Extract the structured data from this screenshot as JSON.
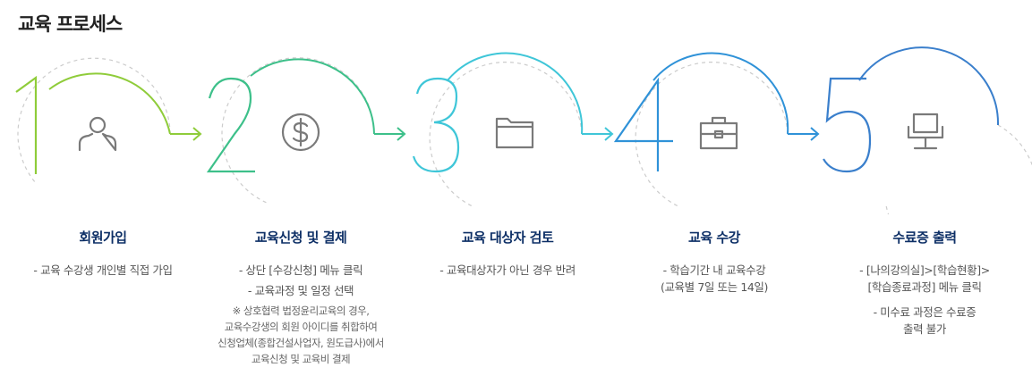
{
  "page_title": "교육 프로세스",
  "colors": {
    "step1": "#8fcc3a",
    "step2": "#3dc08a",
    "step3": "#3fc6d8",
    "step4": "#2f92d8",
    "step5": "#3a7fcc",
    "title_blue": "#0d2f66",
    "dashed_circle": "#cccccc",
    "icon_gray": "#7a7a7a"
  },
  "steps": [
    {
      "number": "1",
      "icon": "user-icon",
      "title": "회원가입",
      "lines": [
        "- 교육 수강생 개인별 직접 가입"
      ]
    },
    {
      "number": "2",
      "icon": "dollar-icon",
      "title": "교육신청 및 결제",
      "lines": [
        "- 상단 [수강신청] 메뉴 클릭",
        "- 교육과정 및 일정 선택"
      ],
      "note": [
        "※ 상호협력 법정윤리교육의 경우,",
        "교육수강생의 회원 아이디를 취합하여",
        "신청업체(종합건설사업자, 원도급사)에서",
        "교육신청 및 교육비 결제"
      ]
    },
    {
      "number": "3",
      "icon": "folder-icon",
      "title": "교육 대상자 검토",
      "lines": [
        "- 교육대상자가 아닌 경우 반려"
      ]
    },
    {
      "number": "4",
      "icon": "briefcase-icon",
      "title": "교육 수강",
      "lines": [
        "- 학습기간 내 교육수강",
        "(교육별 7일 또는 14일)"
      ]
    },
    {
      "number": "5",
      "icon": "chair-icon",
      "title": "수료증 출력",
      "lines": [
        "- [나의강의실]>[학습현황]>",
        "[학습종료과정] 메뉴 클릭"
      ],
      "lines2": [
        "- 미수료 과정은 수료증",
        "출력 불가"
      ]
    }
  ]
}
